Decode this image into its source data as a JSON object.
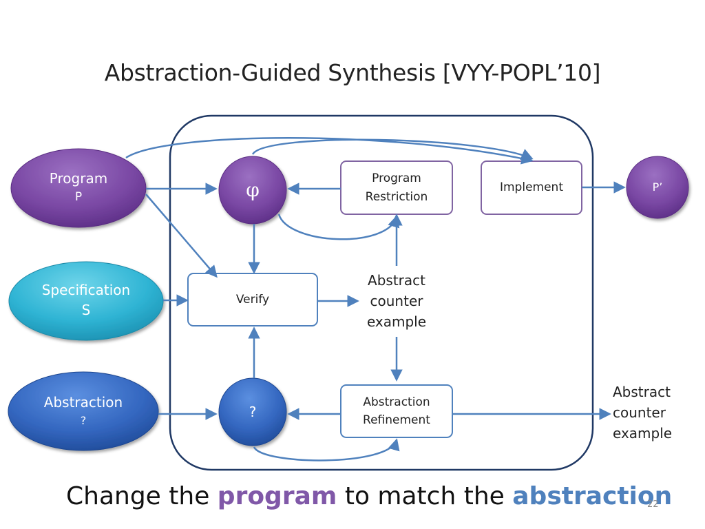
{
  "slide": {
    "title": "Abstraction-Guided Synthesis [VYY-POPL’10]",
    "page_number": "22"
  },
  "inputs": {
    "program": {
      "line1": "Program",
      "line2": "P"
    },
    "specification": {
      "line1": "Specification",
      "line2": "S"
    },
    "abstraction": {
      "line1": "Abstraction",
      "line2": "?"
    }
  },
  "nodes": {
    "phi": "φ",
    "alpha": "?",
    "program_restriction": {
      "line1": "Program",
      "line2": "Restriction"
    },
    "implement": "Implement",
    "verify": "Verify",
    "abstraction_refinement": {
      "line1": "Abstraction",
      "line2": "Refinement"
    },
    "p_prime": "P’"
  },
  "labels": {
    "abstract_counter_example_inner": {
      "line1": "Abstract",
      "line2": "counter",
      "line3": "example"
    },
    "abstract_counter_example_outer": {
      "line1": "Abstract",
      "line2": "counter",
      "line3": "example"
    }
  },
  "caption": {
    "part1": "Change the ",
    "keyword1": "program",
    "part2": " to match the ",
    "keyword2": "abstraction"
  },
  "colors": {
    "program_fill": "#7e4ea7",
    "specification_fill": "#2bb4d3",
    "abstraction_fill": "#3569c2",
    "arrow": "#4f81bd",
    "frame_stroke": "#1f3864",
    "box_purple_stroke": "#8064a2",
    "box_blue_stroke": "#4f81bd"
  }
}
